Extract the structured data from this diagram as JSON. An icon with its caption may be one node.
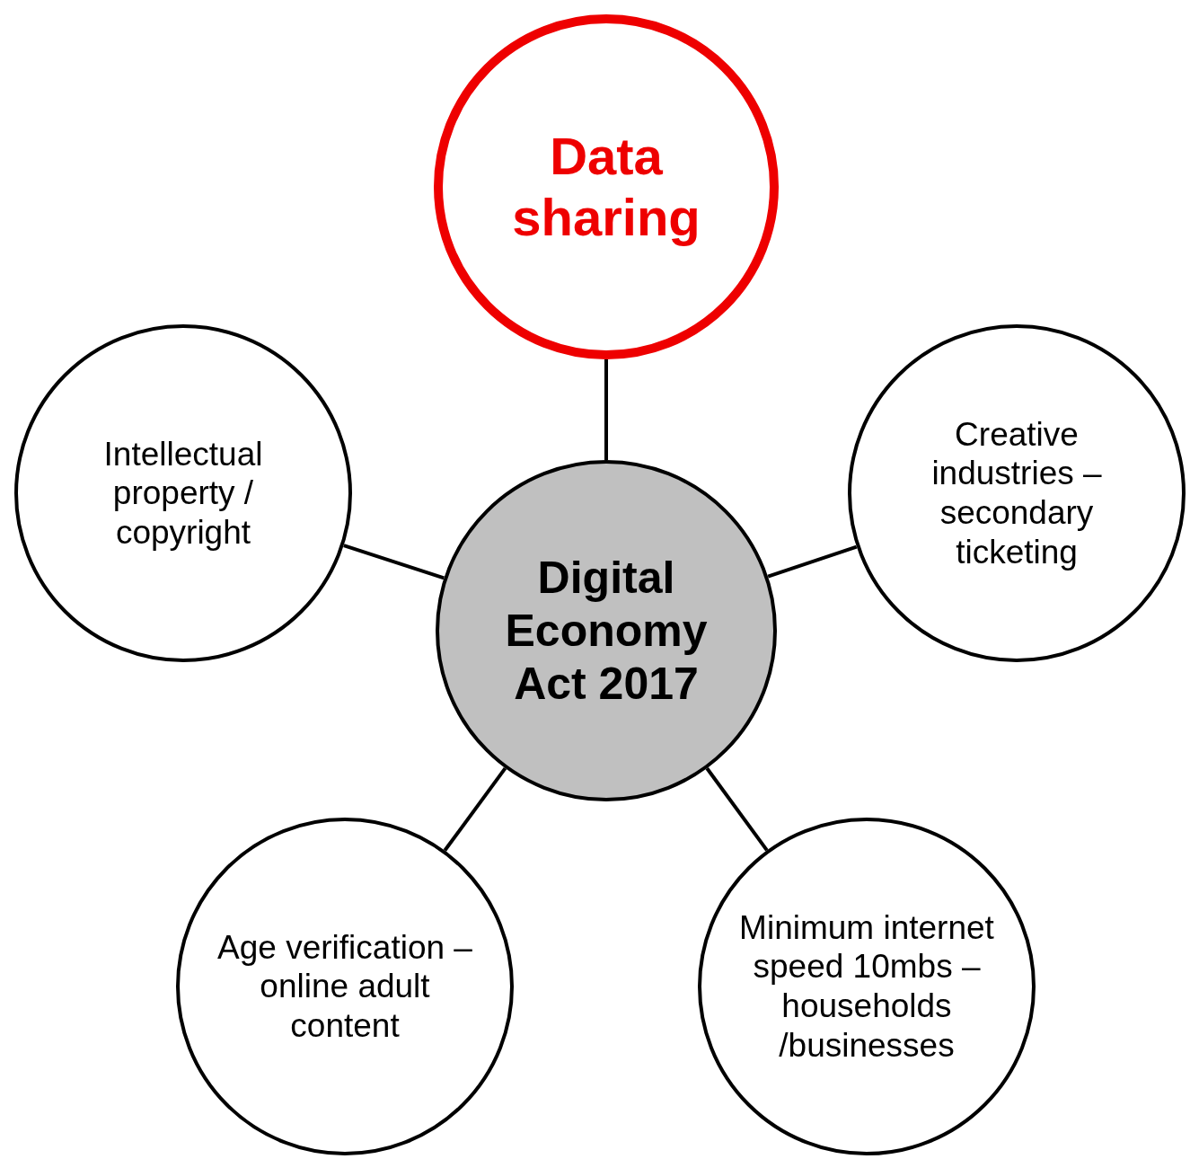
{
  "diagram": {
    "nodes": [
      {
        "text": [
          "Data sharing"
        ]
      },
      {
        "text": [
          "Intellectual property / copyright"
        ]
      },
      {
        "text": [
          "Creative industries – secondary ticketing"
        ]
      },
      {
        "text": [
          "Digital Economy Act 2017"
        ]
      },
      {
        "text": [
          "Age verification – online adult content"
        ]
      },
      {
        "text": [
          "Minimum internet speed 10mbs – households /businesses"
        ]
      }
    ],
    "edges": [
      {
        "from": 3,
        "to": 0,
        "arrow": "none"
      },
      {
        "from": 3,
        "to": 1,
        "arrow": "none"
      },
      {
        "from": 3,
        "to": 2,
        "arrow": "none"
      },
      {
        "from": 3,
        "to": 4,
        "arrow": "none"
      },
      {
        "from": 3,
        "to": 5,
        "arrow": "none"
      }
    ]
  }
}
